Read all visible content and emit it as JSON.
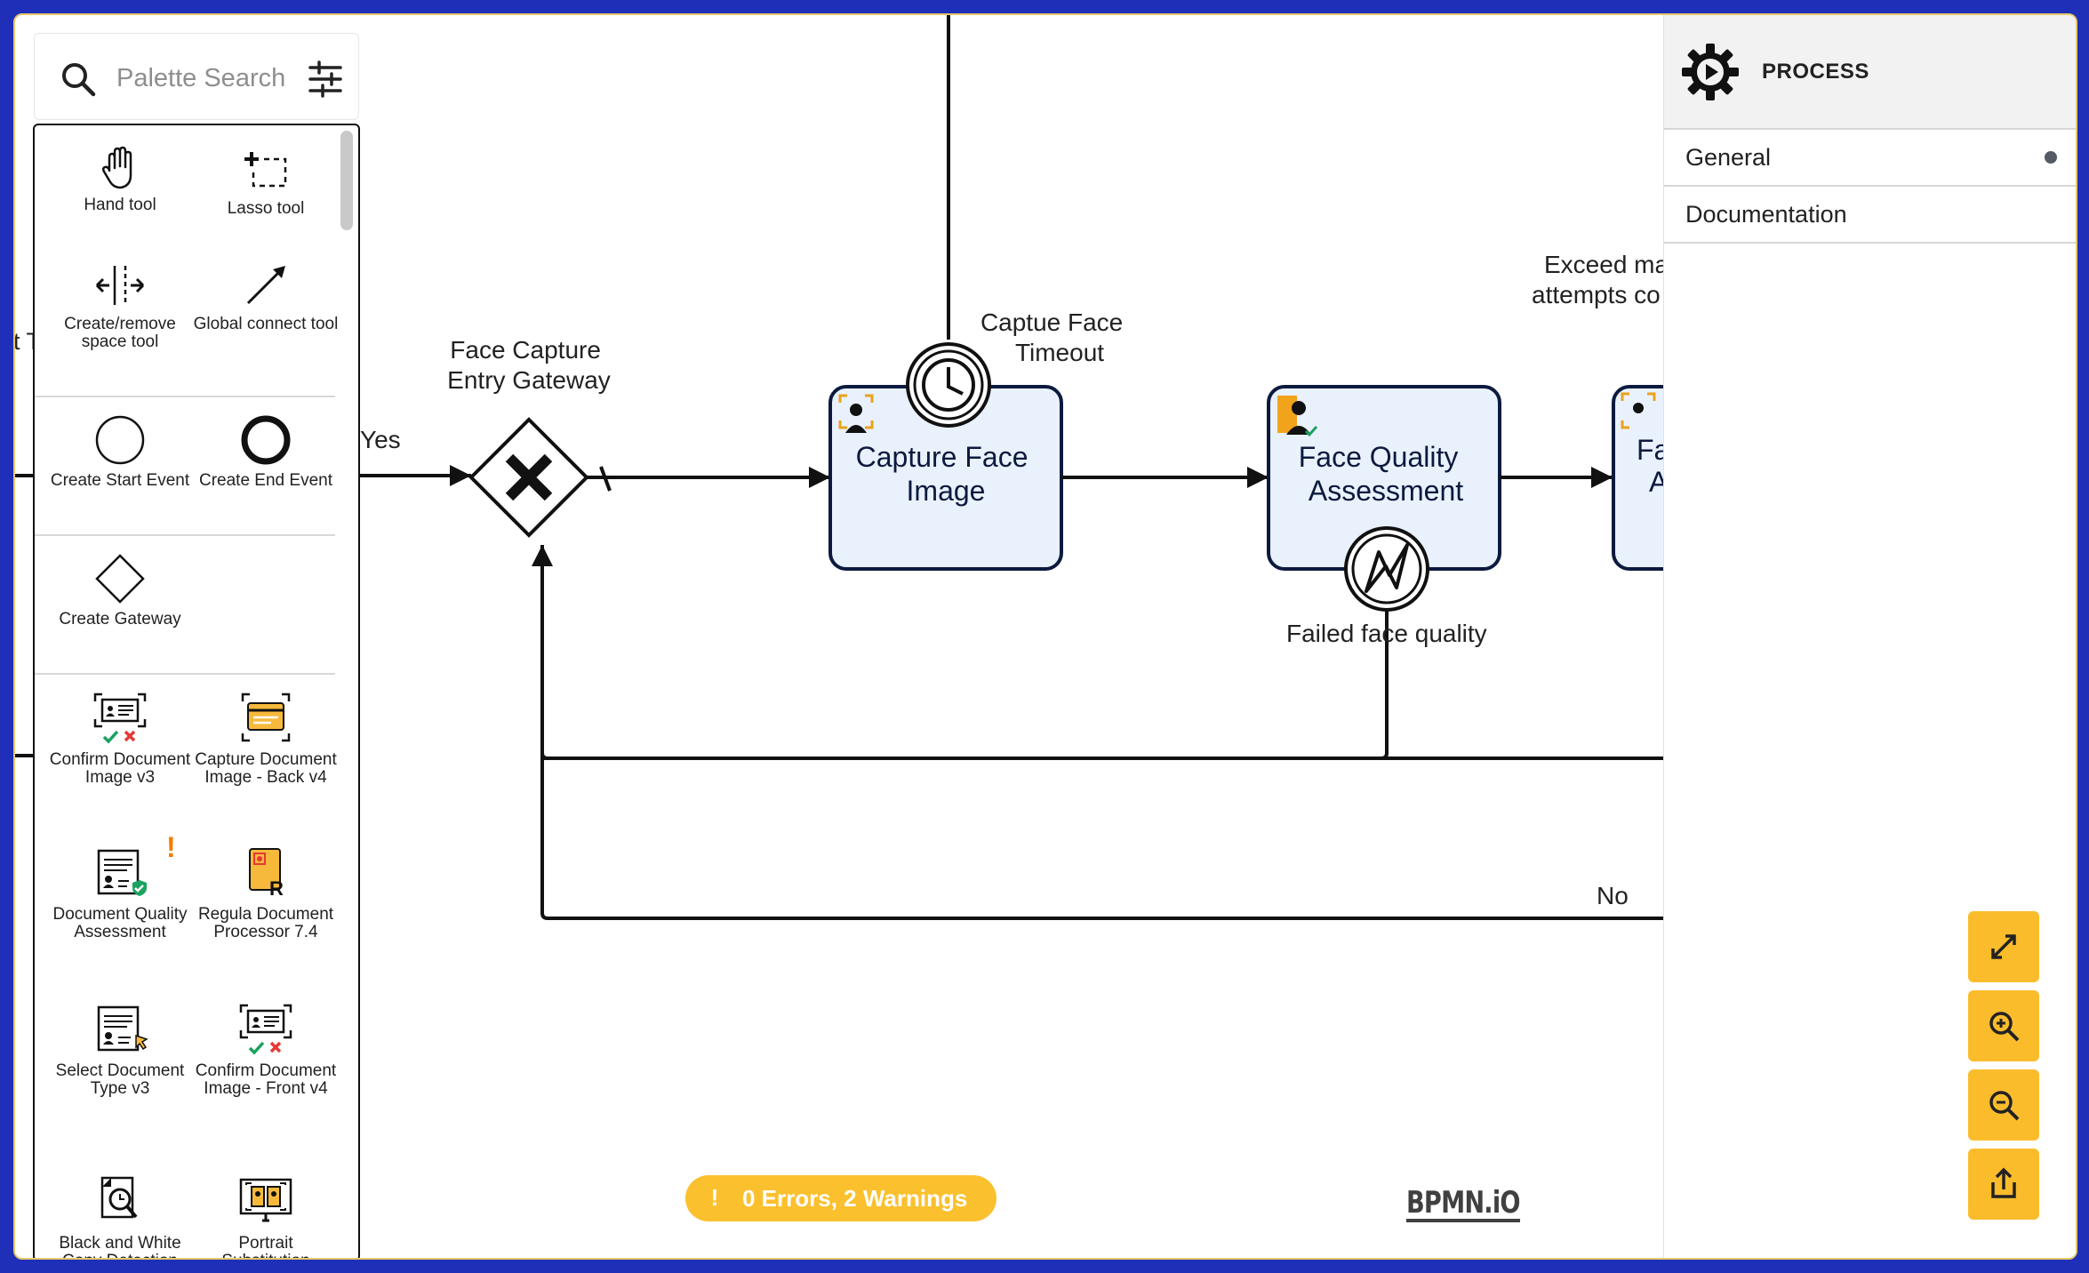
{
  "palette": {
    "search_placeholder": "Palette Search",
    "tools": [
      {
        "label": "Hand tool",
        "icon": "hand-icon"
      },
      {
        "label": "Lasso tool",
        "icon": "lasso-icon"
      },
      {
        "label": "Create/remove space tool",
        "icon": "space-tool-icon"
      },
      {
        "label": "Global connect tool",
        "icon": "connect-arrow-icon"
      },
      {
        "label": "Create Start Event",
        "icon": "start-event-icon"
      },
      {
        "label": "Create End Event",
        "icon": "end-event-icon"
      },
      {
        "label": "Create Gateway",
        "icon": "gateway-icon"
      },
      {
        "label": "Confirm Document Image v3",
        "icon": "confirm-document-icon"
      },
      {
        "label": "Capture Document Image - Back v4",
        "icon": "capture-document-icon"
      },
      {
        "label": "Document Quality Assessment",
        "icon": "document-quality-icon"
      },
      {
        "label": "Regula Document Processor 7.4",
        "icon": "regula-processor-icon"
      },
      {
        "label": "Select Document Type v3",
        "icon": "select-document-type-icon"
      },
      {
        "label": "Confirm Document Image - Front v4",
        "icon": "confirm-document-front-icon"
      },
      {
        "label": "Black and White Copy Detection",
        "icon": "copy-detection-icon"
      },
      {
        "label": "Portrait Substitution",
        "icon": "portrait-substitution-icon"
      }
    ],
    "warning_mark": "!"
  },
  "diagram": {
    "gateway_label": [
      "Face Capture",
      "Entry Gateway"
    ],
    "yes_label": "Yes",
    "no_label": "No",
    "timeout_label": [
      "Captue Face",
      "Timeout"
    ],
    "capture_face_task": [
      "Capture Face",
      "Image"
    ],
    "face_quality_task": [
      "Face Quality",
      "Assessment"
    ],
    "failed_quality_label": "Failed face quality",
    "exceed_label": [
      "Exceed ma",
      "attempts co"
    ],
    "partial_task": [
      "Fa",
      "A"
    ],
    "left_cut_text": "t T"
  },
  "properties": {
    "header_title": "PROCESS",
    "groups": [
      {
        "title": "General",
        "has_dot": true
      },
      {
        "title": "Documentation",
        "has_dot": false
      }
    ]
  },
  "linting": {
    "excl": "!",
    "text": "0 Errors, 2 Warnings"
  },
  "logo": "BPMN.iO",
  "colors": {
    "accent": "#fbbc2c",
    "task_fill": "#e9f1fd",
    "task_stroke": "#0c1a3e",
    "frame": "#1f2fb8"
  }
}
